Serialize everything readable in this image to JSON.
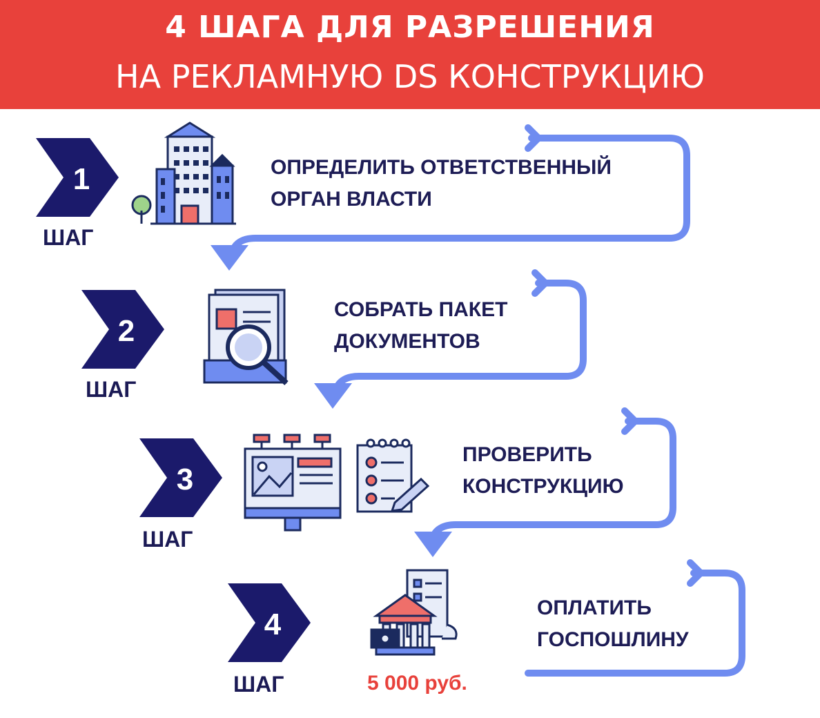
{
  "header": {
    "line1": "4 ШАГА ДЛЯ РАЗРЕШЕНИЯ",
    "line2": "НА РЕКЛАМНУЮ DS КОНСТРУКЦИЮ"
  },
  "steps": [
    {
      "number": "1",
      "label": "ШАГ",
      "line1": "ОПРЕДЕЛИТЬ ОТВЕТСТВЕННЫЙ",
      "line2": "ОРГАН ВЛАСТИ",
      "icon": "office-building-icon"
    },
    {
      "number": "2",
      "label": "ШАГ",
      "line1": "СОБРАТЬ ПАКЕТ",
      "line2": "ДОКУМЕНТОВ",
      "icon": "document-magnifier-icon"
    },
    {
      "number": "3",
      "label": "ШАГ",
      "line1": "ПРОВЕРИТЬ",
      "line2": "КОНСТРУКЦИЮ",
      "icon": "billboard-checklist-icon"
    },
    {
      "number": "4",
      "label": "ШАГ",
      "line1": "ОПЛАТИТЬ",
      "line2": "ГОСПОШЛИНУ",
      "icon": "government-payment-icon"
    }
  ],
  "price": "5 000 руб.",
  "colors": {
    "header_bg": "#e8413b",
    "chevron": "#1b1a6b",
    "arrow": "#6f8cf0",
    "price": "#e8413b",
    "text": "#1d1c55"
  }
}
